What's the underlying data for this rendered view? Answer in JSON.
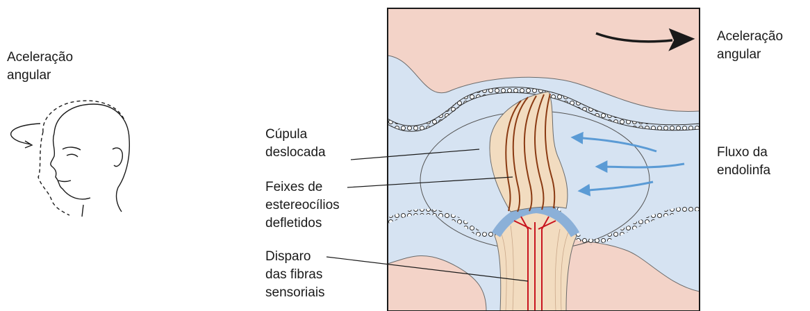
{
  "head_figure": {
    "label_line1": "Aceleração",
    "label_line2": "angular"
  },
  "labels": {
    "cupula": [
      "Cúpula",
      "deslocada"
    ],
    "feixes": [
      "Feixes de",
      "estereocílios",
      "defletidos"
    ],
    "disparo": [
      "Disparo",
      "das fibras",
      "sensoriais"
    ],
    "acceleration": [
      "Aceleração",
      "angular"
    ],
    "fluxo": [
      "Fluxo da",
      "endolinfa"
    ]
  },
  "colors": {
    "background_tissue": "#f3d3c8",
    "endolymph": "#d6e3f2",
    "membrane": "#9fbde0",
    "cupula_fill": "#f2dcc0",
    "hair_bundle": "#8a3a12",
    "nerve_fiber": "#c8141e",
    "flow_arrow": "#5b9bd5"
  }
}
